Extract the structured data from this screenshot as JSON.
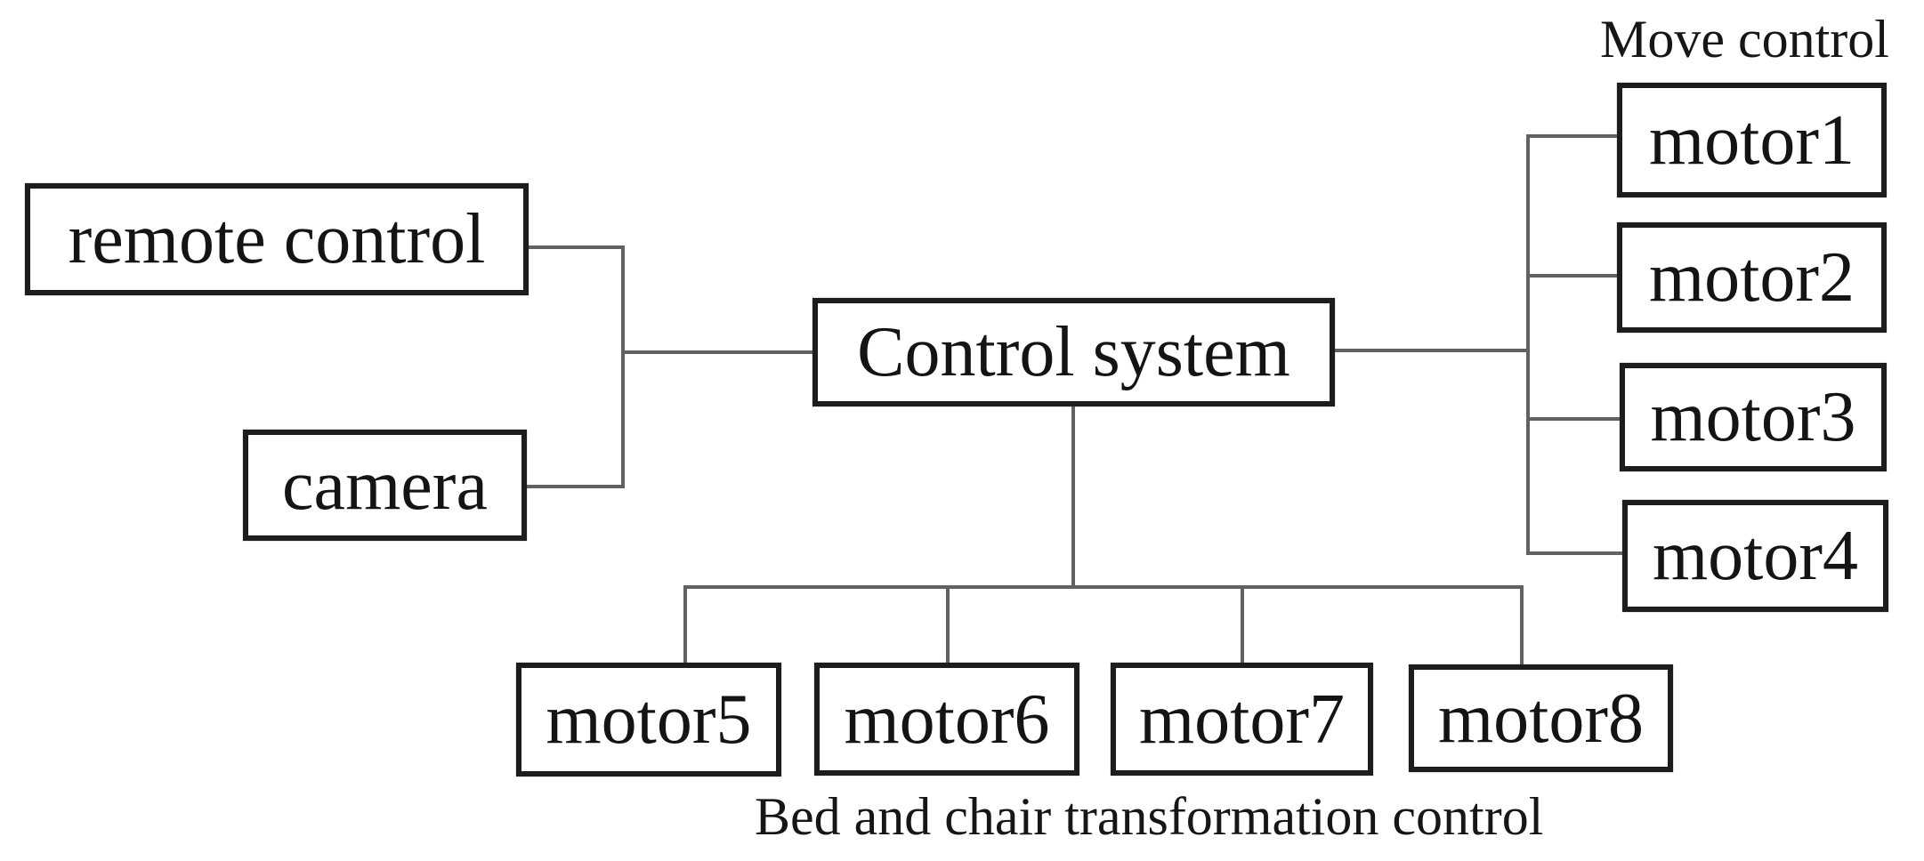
{
  "diagram": {
    "title_implicit": "control system block diagram",
    "nodes": {
      "remote_control": "remote control",
      "camera": "camera",
      "control_system": "Control system",
      "motor1": "motor1",
      "motor2": "motor2",
      "motor3": "motor3",
      "motor4": "motor4",
      "motor5": "motor5",
      "motor6": "motor6",
      "motor7": "motor7",
      "motor8": "motor8"
    },
    "labels": {
      "move_control": "Move control",
      "bed_chair": "Bed and chair transformation control"
    },
    "colors": {
      "background": "#ffffff",
      "box_border": "#1d1d1d",
      "text": "#141414",
      "connector": "#616161"
    }
  }
}
